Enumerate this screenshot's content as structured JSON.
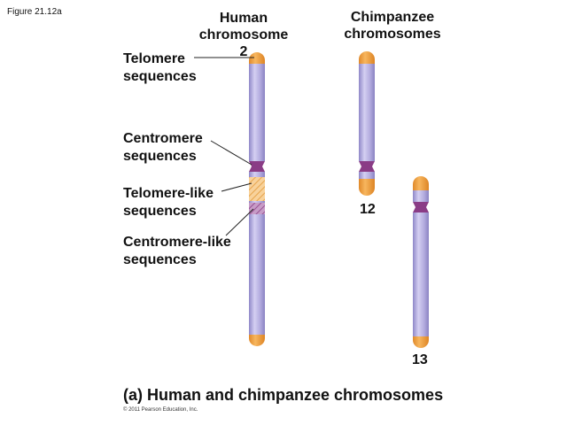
{
  "figure_label": "Figure 21.12a",
  "headers": {
    "human_line1": "Human",
    "human_line2": "chromosome 2",
    "chimp_line1": "Chimpanzee",
    "chimp_line2": "chromosomes"
  },
  "labels": {
    "telomere_1": "Telomere",
    "telomere_2": "sequences",
    "centromere_1": "Centromere",
    "centromere_2": "sequences",
    "telomere_like_1": "Telomere-like",
    "telomere_like_2": "sequences",
    "centromere_like_1": "Centromere-like",
    "centromere_like_2": "sequences"
  },
  "chromosome_numbers": {
    "chimp_a": "12",
    "chimp_b": "13"
  },
  "caption": "(a) Human and chimpanzee chromosomes",
  "copyright": "© 2011 Pearson Education, Inc.",
  "colors": {
    "chromosome_body": "#b7b0e0",
    "telomere_cap": "#f0a040",
    "centromere": "#8a3c86",
    "telomere_like": "#f6c98a",
    "centromere_like": "#b07ab0"
  }
}
